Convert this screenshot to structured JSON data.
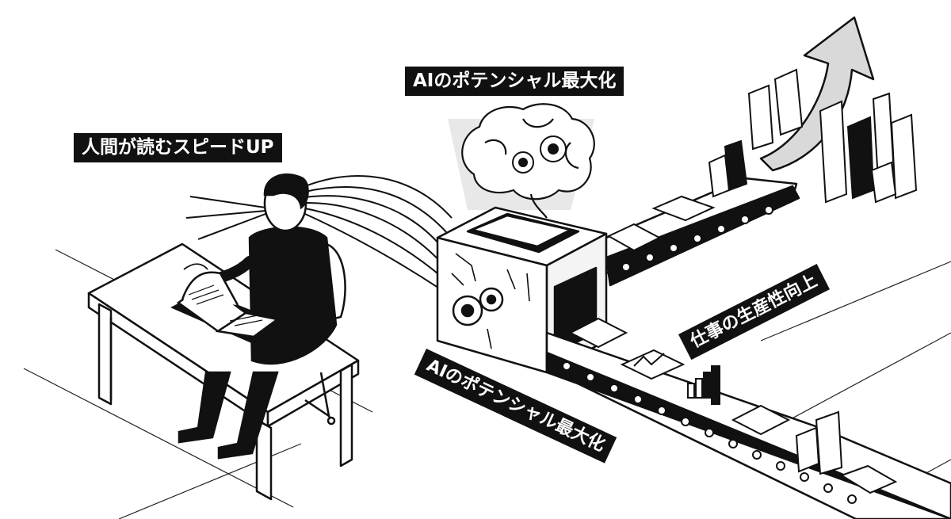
{
  "labels": {
    "reading_speed": "人間が読むスピードUP",
    "ai_potential_top": "AIのポテンシャル最大化",
    "ai_potential_belt": "AIのポテンシャル最大化",
    "work_productivity": "仕事の生産性向上"
  },
  "colors": {
    "ink": "#111111",
    "paper": "#ffffff",
    "gray": "#d9d9d9"
  },
  "icons": [
    "person-reading-icon",
    "book-icon",
    "brain-icon",
    "gear-icon",
    "ai-chip-cube-icon",
    "conveyor-belt-icon",
    "document-icon",
    "chart-icon",
    "city-buildings-icon",
    "growth-arrow-icon"
  ]
}
